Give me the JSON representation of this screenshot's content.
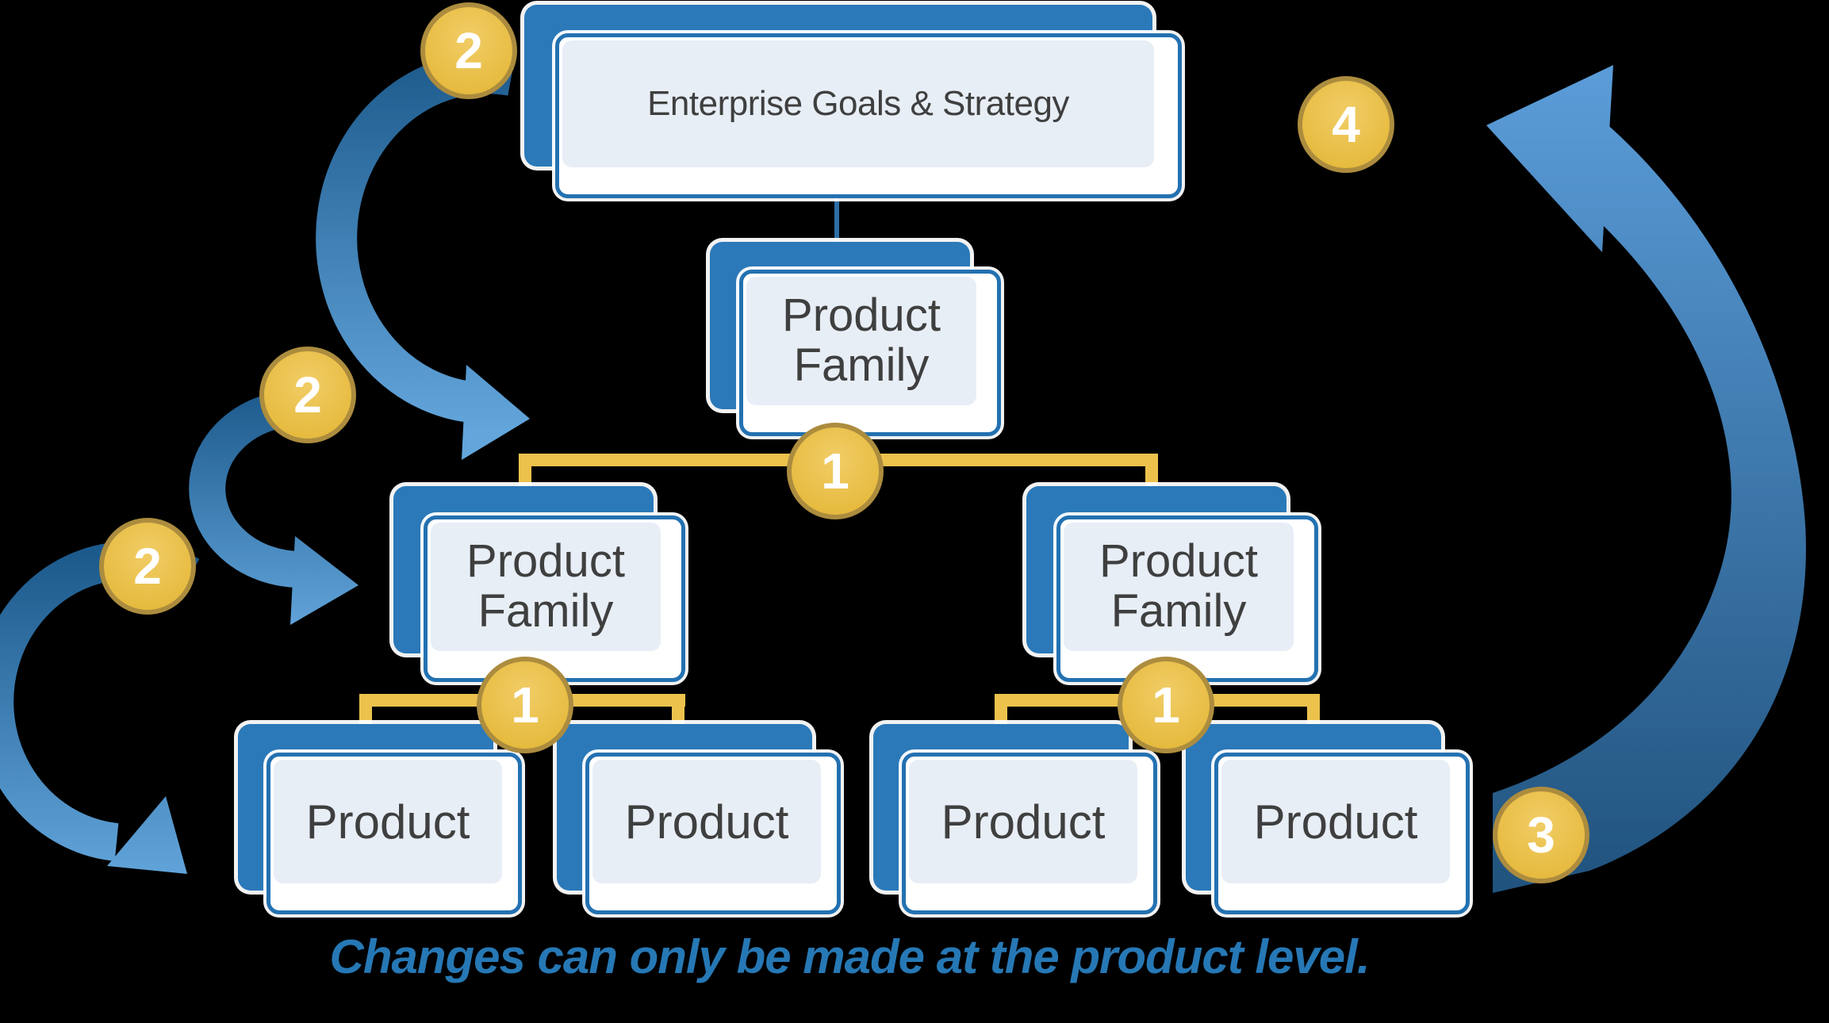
{
  "diagram": {
    "caption": "Changes can only be made at the product level.",
    "nodes": {
      "enterprise": {
        "label": "Enterprise Goals & Strategy"
      },
      "family_center": {
        "label": "Product Family"
      },
      "family_left": {
        "label": "Product Family"
      },
      "family_right": {
        "label": "Product Family"
      },
      "product_1": {
        "label": "Product"
      },
      "product_2": {
        "label": "Product"
      },
      "product_3": {
        "label": "Product"
      },
      "product_4": {
        "label": "Product"
      }
    },
    "badges": {
      "step2_top": {
        "value": "2"
      },
      "step2_mid": {
        "value": "2"
      },
      "step2_low": {
        "value": "2"
      },
      "step1_center": {
        "value": "1"
      },
      "step1_left": {
        "value": "1"
      },
      "step1_right": {
        "value": "1"
      },
      "step3": {
        "value": "3"
      },
      "step4": {
        "value": "4"
      }
    },
    "colors": {
      "background": "#000000",
      "box_blue": "#2b79b9",
      "box_border": "#2371b1",
      "box_panel": "#e8eef6",
      "box_text": "#3f3f3f",
      "gold_line": "#ecc24d",
      "gold_badge_border": "#ac8c3e",
      "badge_text": "#ffffff",
      "caption_blue": "#2678b5",
      "arrow_dark_blue": "#1d5a8c",
      "arrow_light_blue": "#63a6dc"
    }
  }
}
